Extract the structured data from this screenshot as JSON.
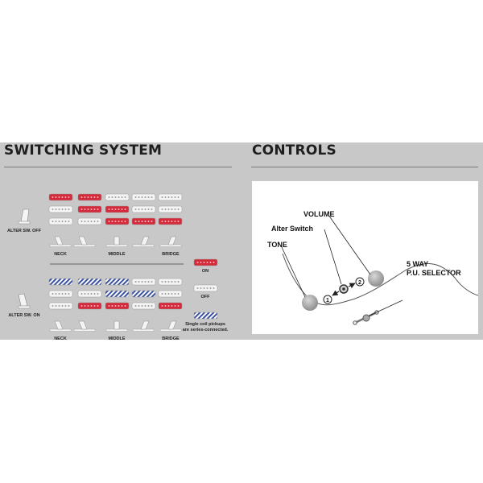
{
  "headings": {
    "switching": "SWITCHING SYSTEM",
    "controls": "CONTROLS"
  },
  "switching": {
    "groups": [
      {
        "alter_label": "ALTER SW. OFF",
        "rows": [
          [
            "on",
            "on",
            "off",
            "off",
            "off"
          ],
          [
            "off",
            "on",
            "on",
            "off",
            "off"
          ],
          [
            "off",
            "off",
            "on",
            "on",
            "on"
          ]
        ]
      },
      {
        "alter_label": "ALTER SW. ON",
        "rows": [
          [
            "series",
            "series",
            "series",
            "off",
            "off"
          ],
          [
            "off",
            "off",
            "series",
            "series",
            "off"
          ],
          [
            "off",
            "on",
            "on",
            "off",
            "on"
          ]
        ]
      }
    ],
    "position_labels": [
      "NECK",
      "MIDDLE",
      "BRIDGE"
    ],
    "legend": {
      "on": "ON",
      "off": "OFF",
      "series_line1": "Single coil pickups",
      "series_line2": "are series-connected."
    },
    "colors": {
      "on": "#d42a3a",
      "off": "#f4f4f4",
      "series": "#3a50a0"
    }
  },
  "controls": {
    "volume": "VOLUME",
    "alter_switch": "Alter Switch",
    "tone": "TONE",
    "selector_line1": "5 WAY",
    "selector_line2": "P.U. SELECTOR",
    "pos1": "1",
    "pos2": "2"
  }
}
